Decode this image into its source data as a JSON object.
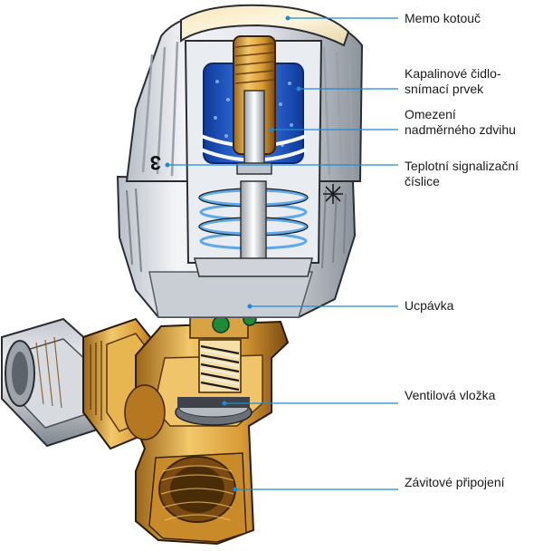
{
  "labels": {
    "memo": "Memo kotouč",
    "kapalinove_line1": "Kapalinové čidlo-",
    "kapalinove_line2": "snímací prvek",
    "omezeni_line1": "Omezení",
    "omezeni_line2": "nadměrného zdvihu",
    "teplotni_line1": "Teplotní signalizační",
    "teplotni_line2": "číslice",
    "ucpavka": "Ucpávka",
    "ventilova": "Ventilová vložka",
    "zavitove": "Závitové připojení"
  },
  "dial_digit": "3",
  "colors": {
    "leader_line": "#1e8ad6",
    "label_text": "#1a1a1a",
    "metal_light": "#e9ecf0",
    "metal_dark": "#8c939c",
    "brass_light": "#f2c86a",
    "brass_dark": "#9a6418",
    "sensor_blue": "#1f5bd0"
  },
  "icons": [
    "snowflake-icon"
  ]
}
